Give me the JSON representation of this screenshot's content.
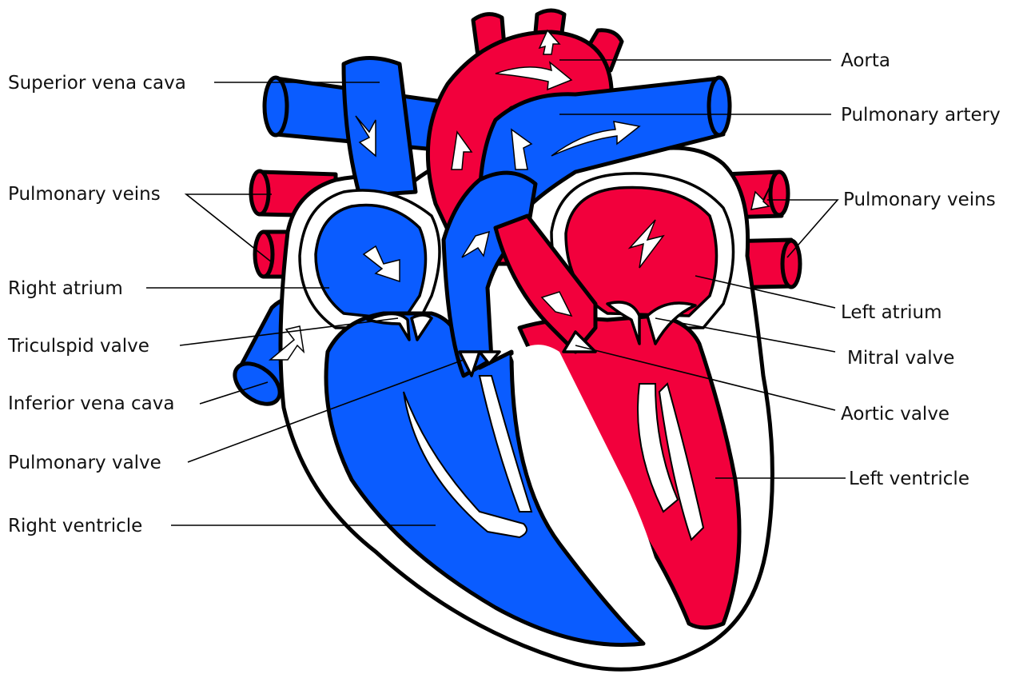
{
  "colors": {
    "oxygen_poor": "#0a5cff",
    "oxygen_rich": "#f2003c",
    "outline": "#000000",
    "background": "#ffffff",
    "arrow": "#ffffff"
  },
  "labels": {
    "aorta": "Aorta",
    "superior_vena_cava": "Superior vena cava",
    "pulmonary_artery": "Pulmonary artery",
    "pulmonary_veins_left": "Pulmonary veins",
    "pulmonary_veins_right": "Pulmonary veins",
    "right_atrium": "Right atrium",
    "left_atrium": "Left atrium",
    "triculspid_valve": "Triculspid valve",
    "mitral_valve": "Mitral valve",
    "inferior_vena_cava": "Inferior vena cava",
    "aortic_valve": "Aortic valve",
    "pulmonary_valve": "Pulmonary valve",
    "left_ventricle": "Left ventricle",
    "right_ventricle": "Right ventricle"
  },
  "icons": {
    "flow_arrow": "flow-arrow-icon"
  }
}
